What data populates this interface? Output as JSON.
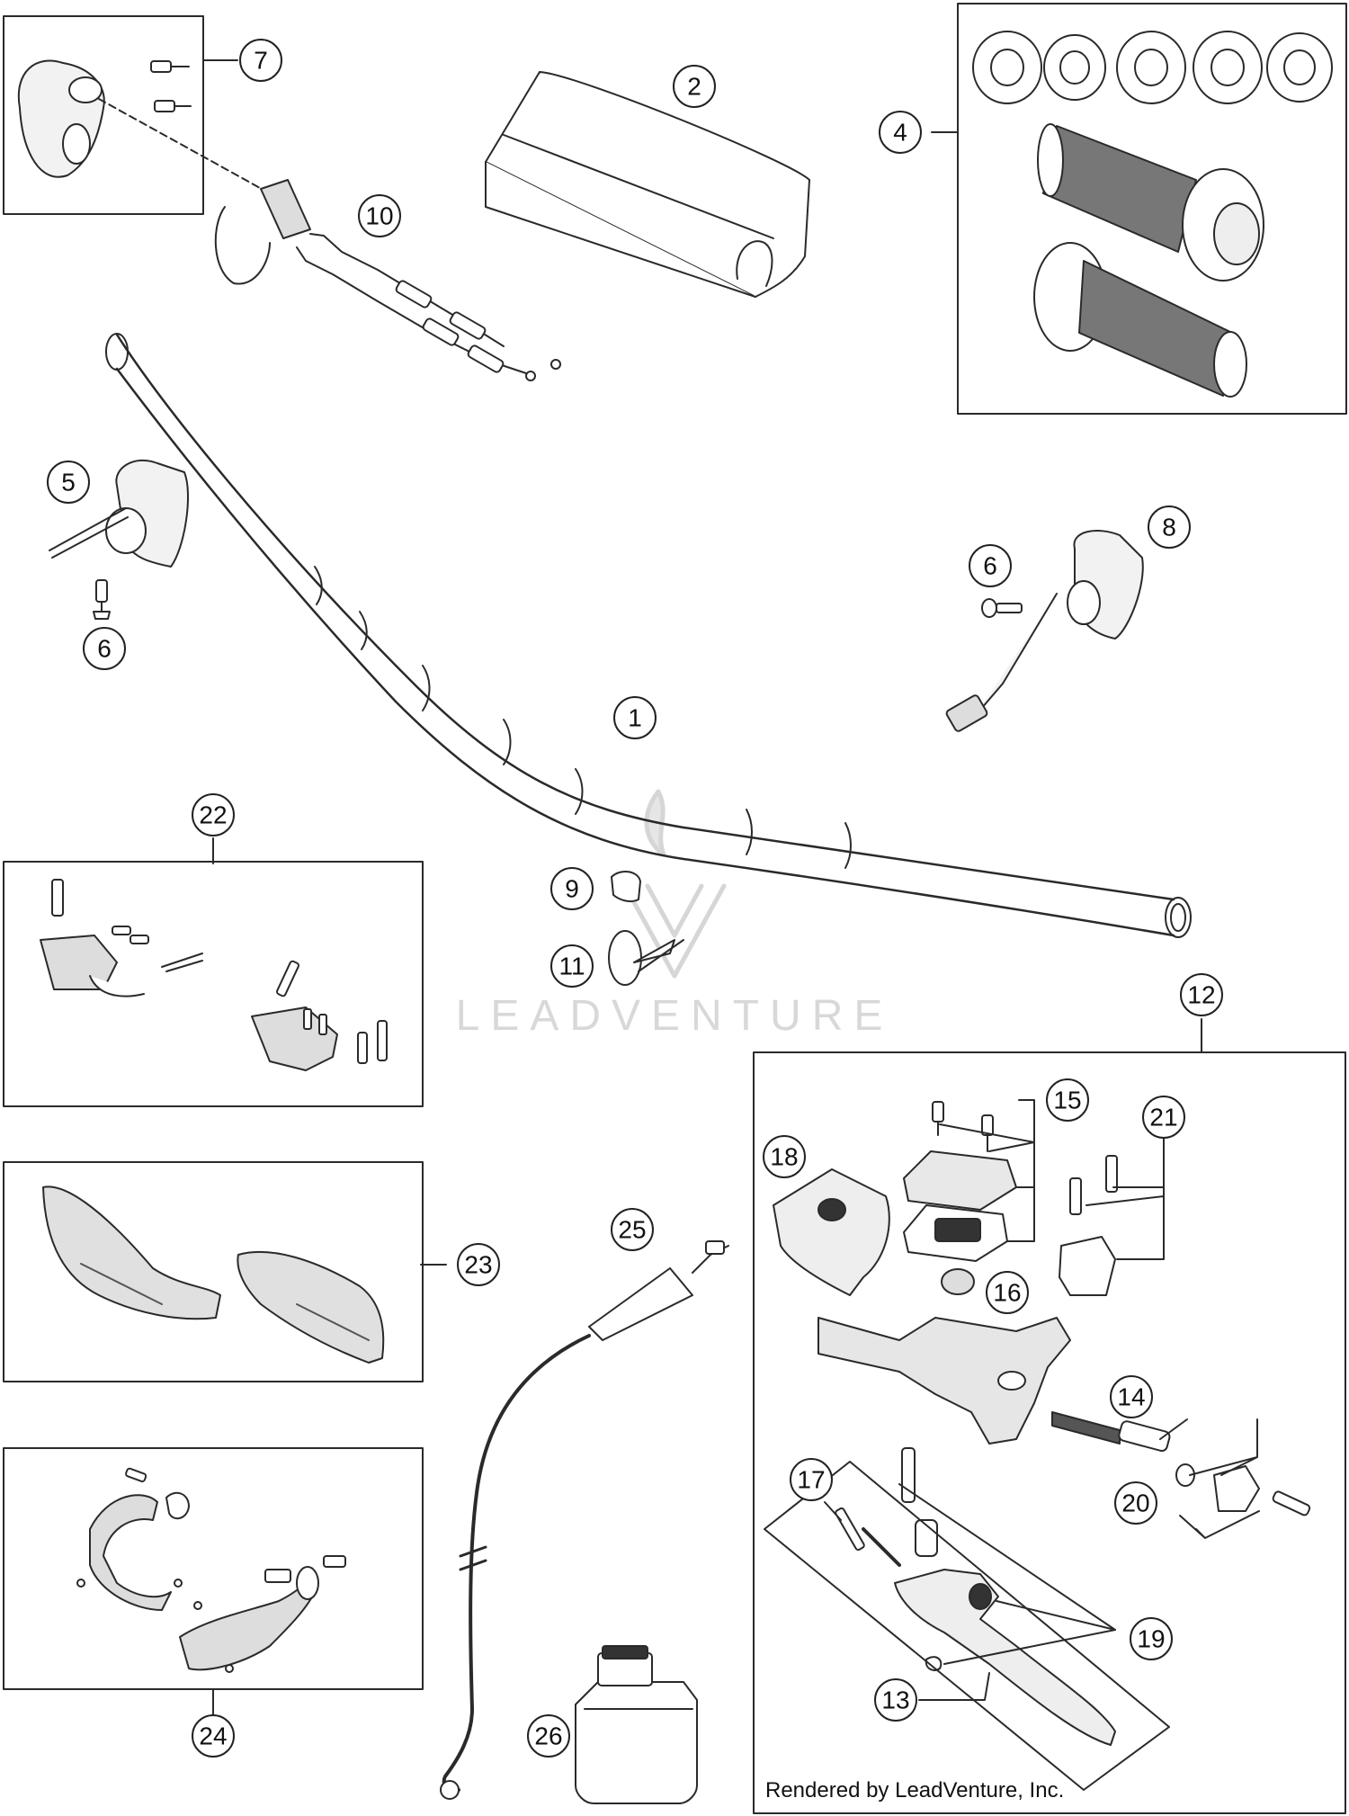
{
  "callouts": {
    "n1": "1",
    "n2": "2",
    "n4": "4",
    "n5": "5",
    "n6a": "6",
    "n6b": "6",
    "n7": "7",
    "n8": "8",
    "n9": "9",
    "n10": "10",
    "n11": "11",
    "n12": "12",
    "n13": "13",
    "n14": "14",
    "n15": "15",
    "n16": "16",
    "n17": "17",
    "n18": "18",
    "n19": "19",
    "n20": "20",
    "n21": "21",
    "n22": "22",
    "n23": "23",
    "n24": "24",
    "n25": "25",
    "n26": "26"
  },
  "watermark": "LEADVENTURE",
  "credit": "Rendered by LeadVenture, Inc.",
  "colors": {
    "line": "#2a2a2a",
    "fill_light": "#f2f2f2",
    "fill_mid": "#cfcfcf",
    "fill_dark": "#555555"
  }
}
